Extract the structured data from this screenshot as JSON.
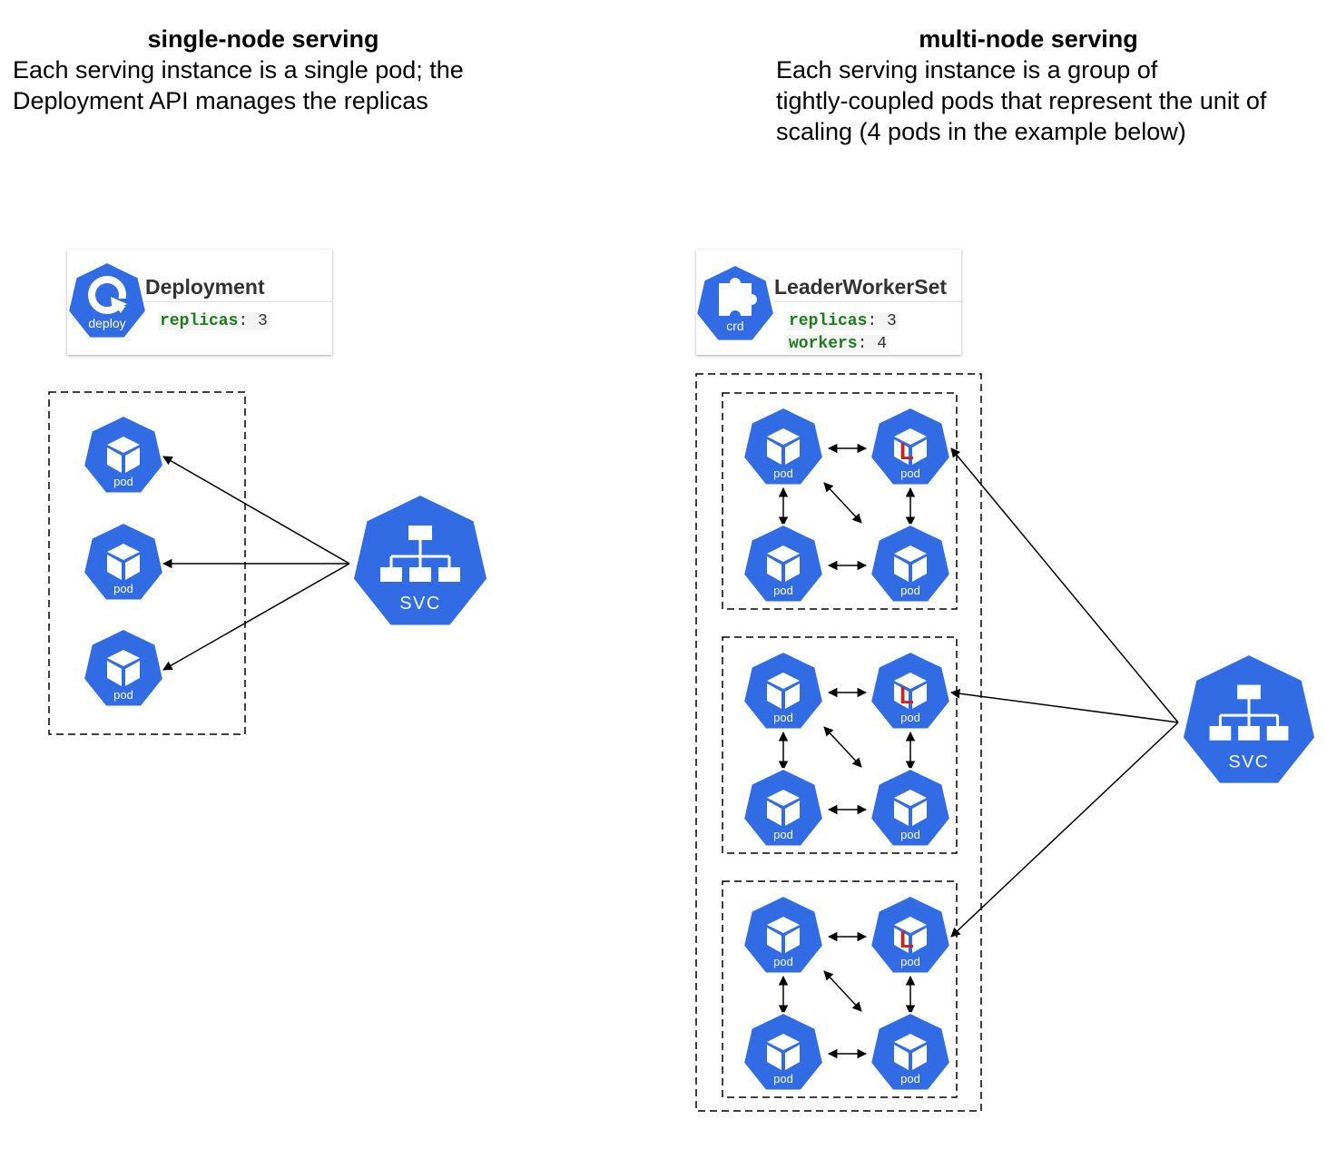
{
  "left": {
    "title": "single-node serving",
    "description_lines": [
      "Each serving instance is a single pod; the",
      "Deployment API manages the replicas"
    ],
    "card": {
      "name": "Deployment",
      "icon_label": "deploy",
      "replicas_key": "replicas",
      "replicas_sep": ": ",
      "replicas_value": "3"
    },
    "pod_label": "pod",
    "svc_label": "SVC"
  },
  "right": {
    "title": "multi-node serving",
    "description_lines": [
      "Each serving instance is a group of",
      "tightly-coupled pods that represent the unit of",
      "scaling (4 pods in the example below)"
    ],
    "card": {
      "name": "LeaderWorkerSet",
      "icon_label": "crd",
      "replicas_key": "replicas",
      "replicas_sep": ": ",
      "replicas_value": "3",
      "workers_key": "workers",
      "workers_sep": ": ",
      "workers_value": "4"
    },
    "pod_label": "pod",
    "leader_mark": "L",
    "svc_label": "SVC"
  },
  "colors": {
    "k8s_blue": "#326ce5",
    "leader_red": "#d0201c",
    "key_green": "#1c7c1c"
  },
  "icons": [
    "deploy-icon",
    "crd-icon",
    "pod-icon",
    "svc-icon"
  ]
}
